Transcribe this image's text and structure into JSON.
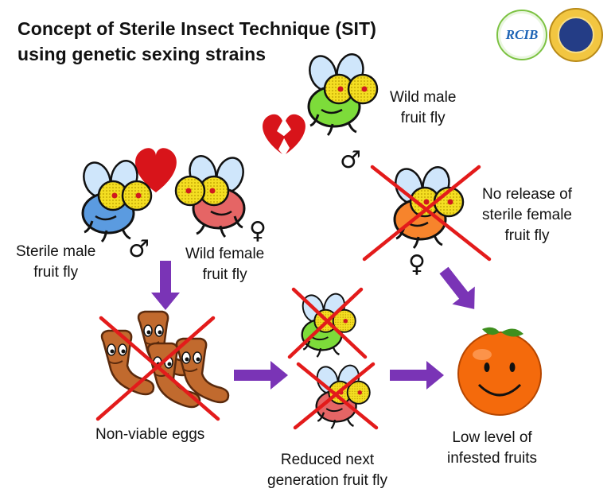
{
  "title": {
    "line1": "Concept of Sterile Insect Technique (SIT)",
    "line2": "using genetic sexing strains"
  },
  "logos": {
    "left_text": "RCIB"
  },
  "labels": {
    "sterile_male": [
      "Sterile male",
      "fruit fly"
    ],
    "wild_female": [
      "Wild female",
      "fruit fly"
    ],
    "wild_male": [
      "Wild male",
      "fruit fly"
    ],
    "no_release": [
      "No release of",
      "sterile female",
      "fruit fly"
    ],
    "eggs": "Non-viable eggs",
    "next_gen": [
      "Reduced next",
      "generation fruit fly"
    ],
    "fruits": [
      "Low level of",
      "infested fruits"
    ]
  },
  "symbols": {
    "male": "♂",
    "female": "♀"
  },
  "colors": {
    "blue_fly": "#5b9be0",
    "red_fly": "#e56565",
    "green_fly": "#7ddc3a",
    "orange_fly": "#f7842c",
    "arrow": "#7a34b6",
    "cross": "#e31b1b",
    "heart": "#d8141a",
    "orange_fruit": "#f46a0c"
  }
}
